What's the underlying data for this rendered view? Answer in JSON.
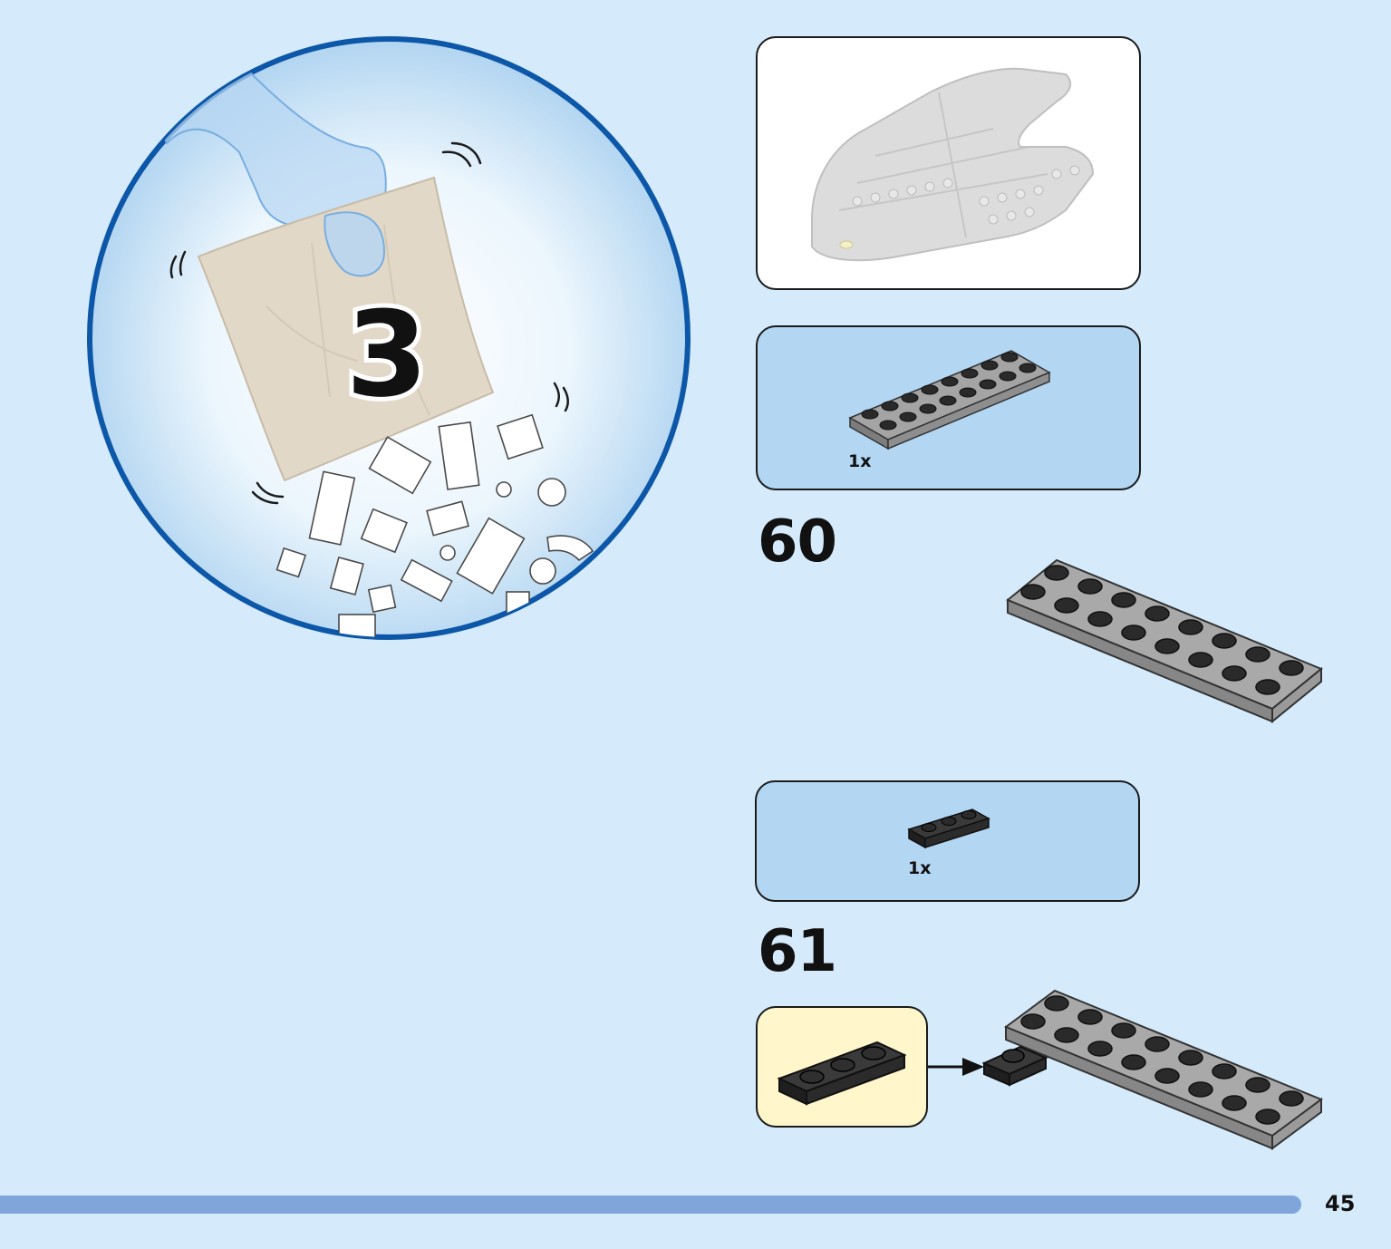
{
  "bag": {
    "number": "3"
  },
  "steps": [
    {
      "number": "60",
      "parts": [
        {
          "qty": "1x"
        }
      ]
    },
    {
      "number": "61",
      "parts": [
        {
          "qty": "1x"
        }
      ]
    }
  ],
  "footer": {
    "page_number": "45"
  },
  "colors": {
    "background": "#d5ebfb",
    "parts_panel": "#b3d6f3",
    "callout_panel": "#fff6cc",
    "circle_ring": "#0d57a8",
    "footer_bar": "#7fa5da",
    "dark_gray_plate": "#8e8e8e",
    "black_plate": "#2b2b2b"
  }
}
